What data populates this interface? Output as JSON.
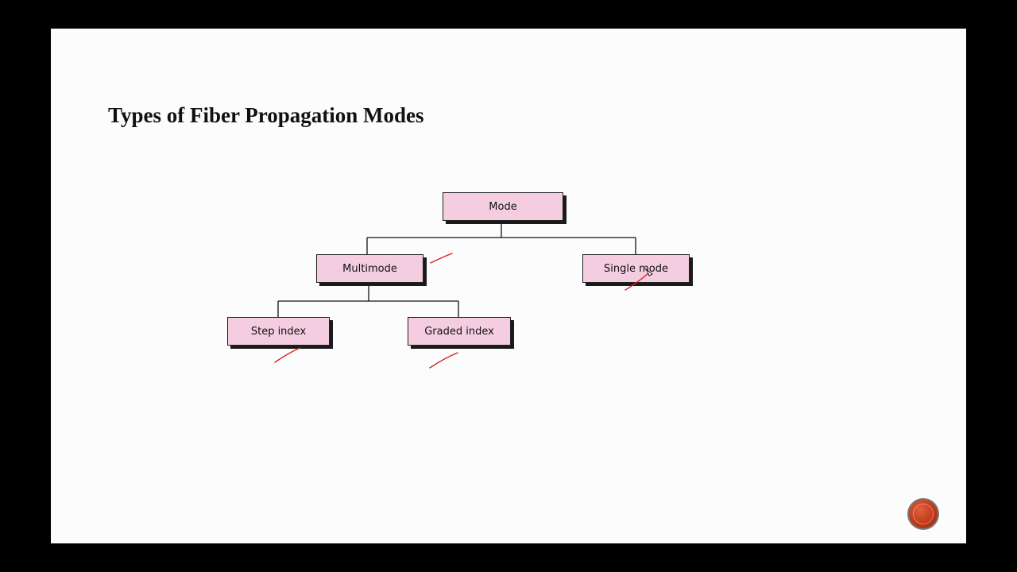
{
  "slide": {
    "title": "Types of Fiber Propagation Modes"
  },
  "diagram": {
    "root": "Mode",
    "children": [
      {
        "label": "Multimode",
        "children": [
          "Step index",
          "Graded index"
        ]
      },
      {
        "label": "Single mode",
        "children": []
      }
    ]
  },
  "colors": {
    "background": "#000000",
    "slide": "#fcfcfc",
    "node_fill": "#f4cde0",
    "node_shadow": "#1a1a1a",
    "annotation": "#d62020",
    "logo": "#c03a18"
  },
  "icons": {
    "logo": "presentation-logo-icon"
  }
}
